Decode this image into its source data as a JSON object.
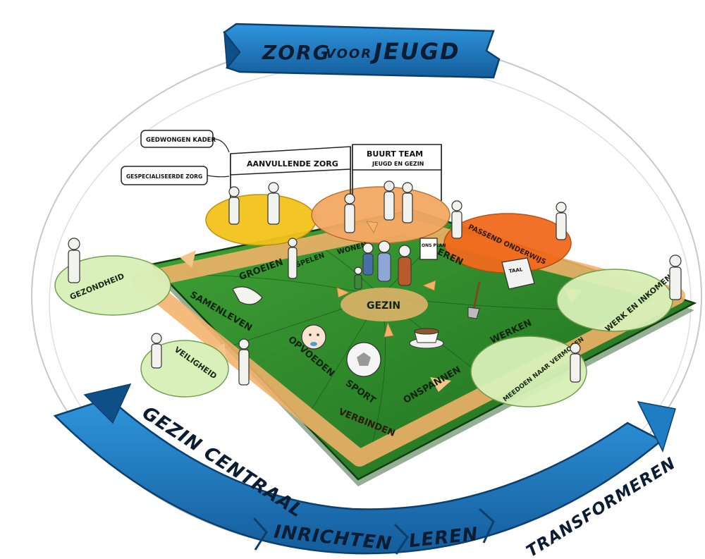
{
  "banner": {
    "title_part1": "ZORG",
    "title_part2": "VOOR",
    "title_part3": "JEUGD"
  },
  "bottom_arrow": {
    "stages": [
      "GEZIN CENTRAAL",
      "INRICHTEN",
      "LEREN",
      "TRANSFORMEREN"
    ]
  },
  "signs": {
    "left_sign": "AANVULLENDE ZORG",
    "right_sign": "BUURT TEAM",
    "right_sign_sub": "JEUGD EN GEZIN",
    "small_sign": "ONS PLAN"
  },
  "tags": {
    "tag1": "GEDWONGEN KADER",
    "tag2": "GESPECIALISEERDE ZORG"
  },
  "center": {
    "label": "GEZIN"
  },
  "field_labels": {
    "groeien": "GROEIEN",
    "spelen": "SPELEN",
    "wonen": "WONEN",
    "leren": "LEREN",
    "samenleven": "SAMENLEVEN",
    "opvoeden": "OPVOEDEN",
    "sport": "SPORT",
    "onspannen": "ONSPANNEN",
    "werken": "WERKEN",
    "verbinden": "VERBINDEN"
  },
  "circles": {
    "gezondheid": "GEZONDHEID",
    "veiligheid": "VEILIGHEID",
    "werk_inkomen": "WERK EN INKOMEN",
    "meedoen": "MEEDOEN NAAR VERMOGEN",
    "passend_onderwijs": "PASSEND ONDERWIJS"
  },
  "book": {
    "label": "TAAL"
  },
  "colors": {
    "ring_blue": "#1f7dc4",
    "ring_dark": "#0d4f86",
    "field_green": "#2e8b2a",
    "field_dark": "#1e6b1e",
    "path_orange": "#f3b26a",
    "circle_light_green": "#d8f0b8",
    "circle_orange": "#f06a1c",
    "circle_peach": "#f3a863",
    "circle_yellow": "#f3c21a"
  }
}
